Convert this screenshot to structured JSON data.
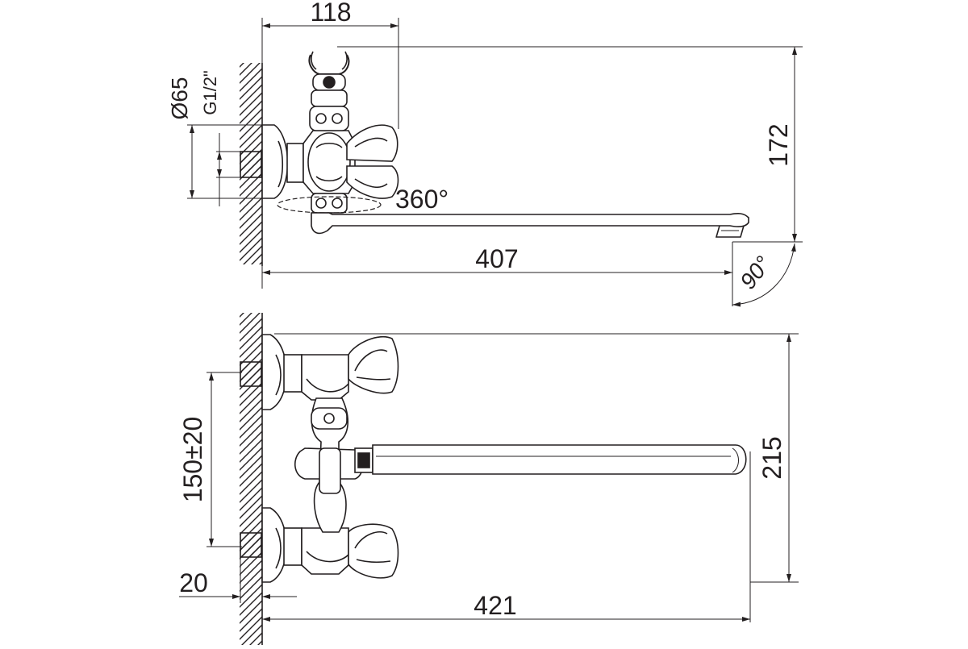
{
  "colors": {
    "line": "#231f20",
    "background": "#ffffff"
  },
  "side_view": {
    "dim_top_width": "118",
    "dim_height": "172",
    "dim_diameter": "Ø65",
    "dim_thread": "G1/2\"",
    "rotation_label": "360°",
    "spout_angle": "90°",
    "dim_spout_length": "407"
  },
  "front_view": {
    "dim_height": "215",
    "dim_center_distance": "150±20",
    "dim_inlet_length": "20",
    "dim_total_length": "421"
  }
}
